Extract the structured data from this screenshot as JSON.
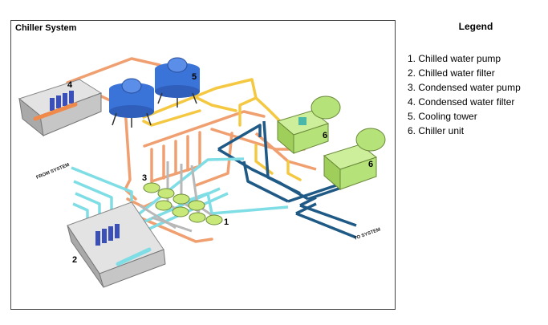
{
  "diagram": {
    "title": "Chiller System",
    "from_system_label": "FROM SYSTEM",
    "to_system_label": "TO SYSTEM",
    "callouts": [
      "1",
      "2",
      "3",
      "4",
      "5",
      "6",
      "6"
    ]
  },
  "legend": {
    "title": "Legend",
    "items": [
      "1. Chilled water pump",
      "2. Chilled water filter",
      "3. Condensed water pump",
      "4. Condensed water filter",
      "5. Cooling tower",
      "6. Chiller unit"
    ]
  },
  "colors": {
    "condenser_pipe": "#f0a070",
    "tower_supply_pipe": "#f5c842",
    "chilled_supply_pipe": "#1f5a86",
    "chilled_return_pipe": "#7fdde6",
    "cooling_tower": "#3a74d9",
    "chiller_unit": "#b6e27a",
    "pump": "#c8e879"
  }
}
